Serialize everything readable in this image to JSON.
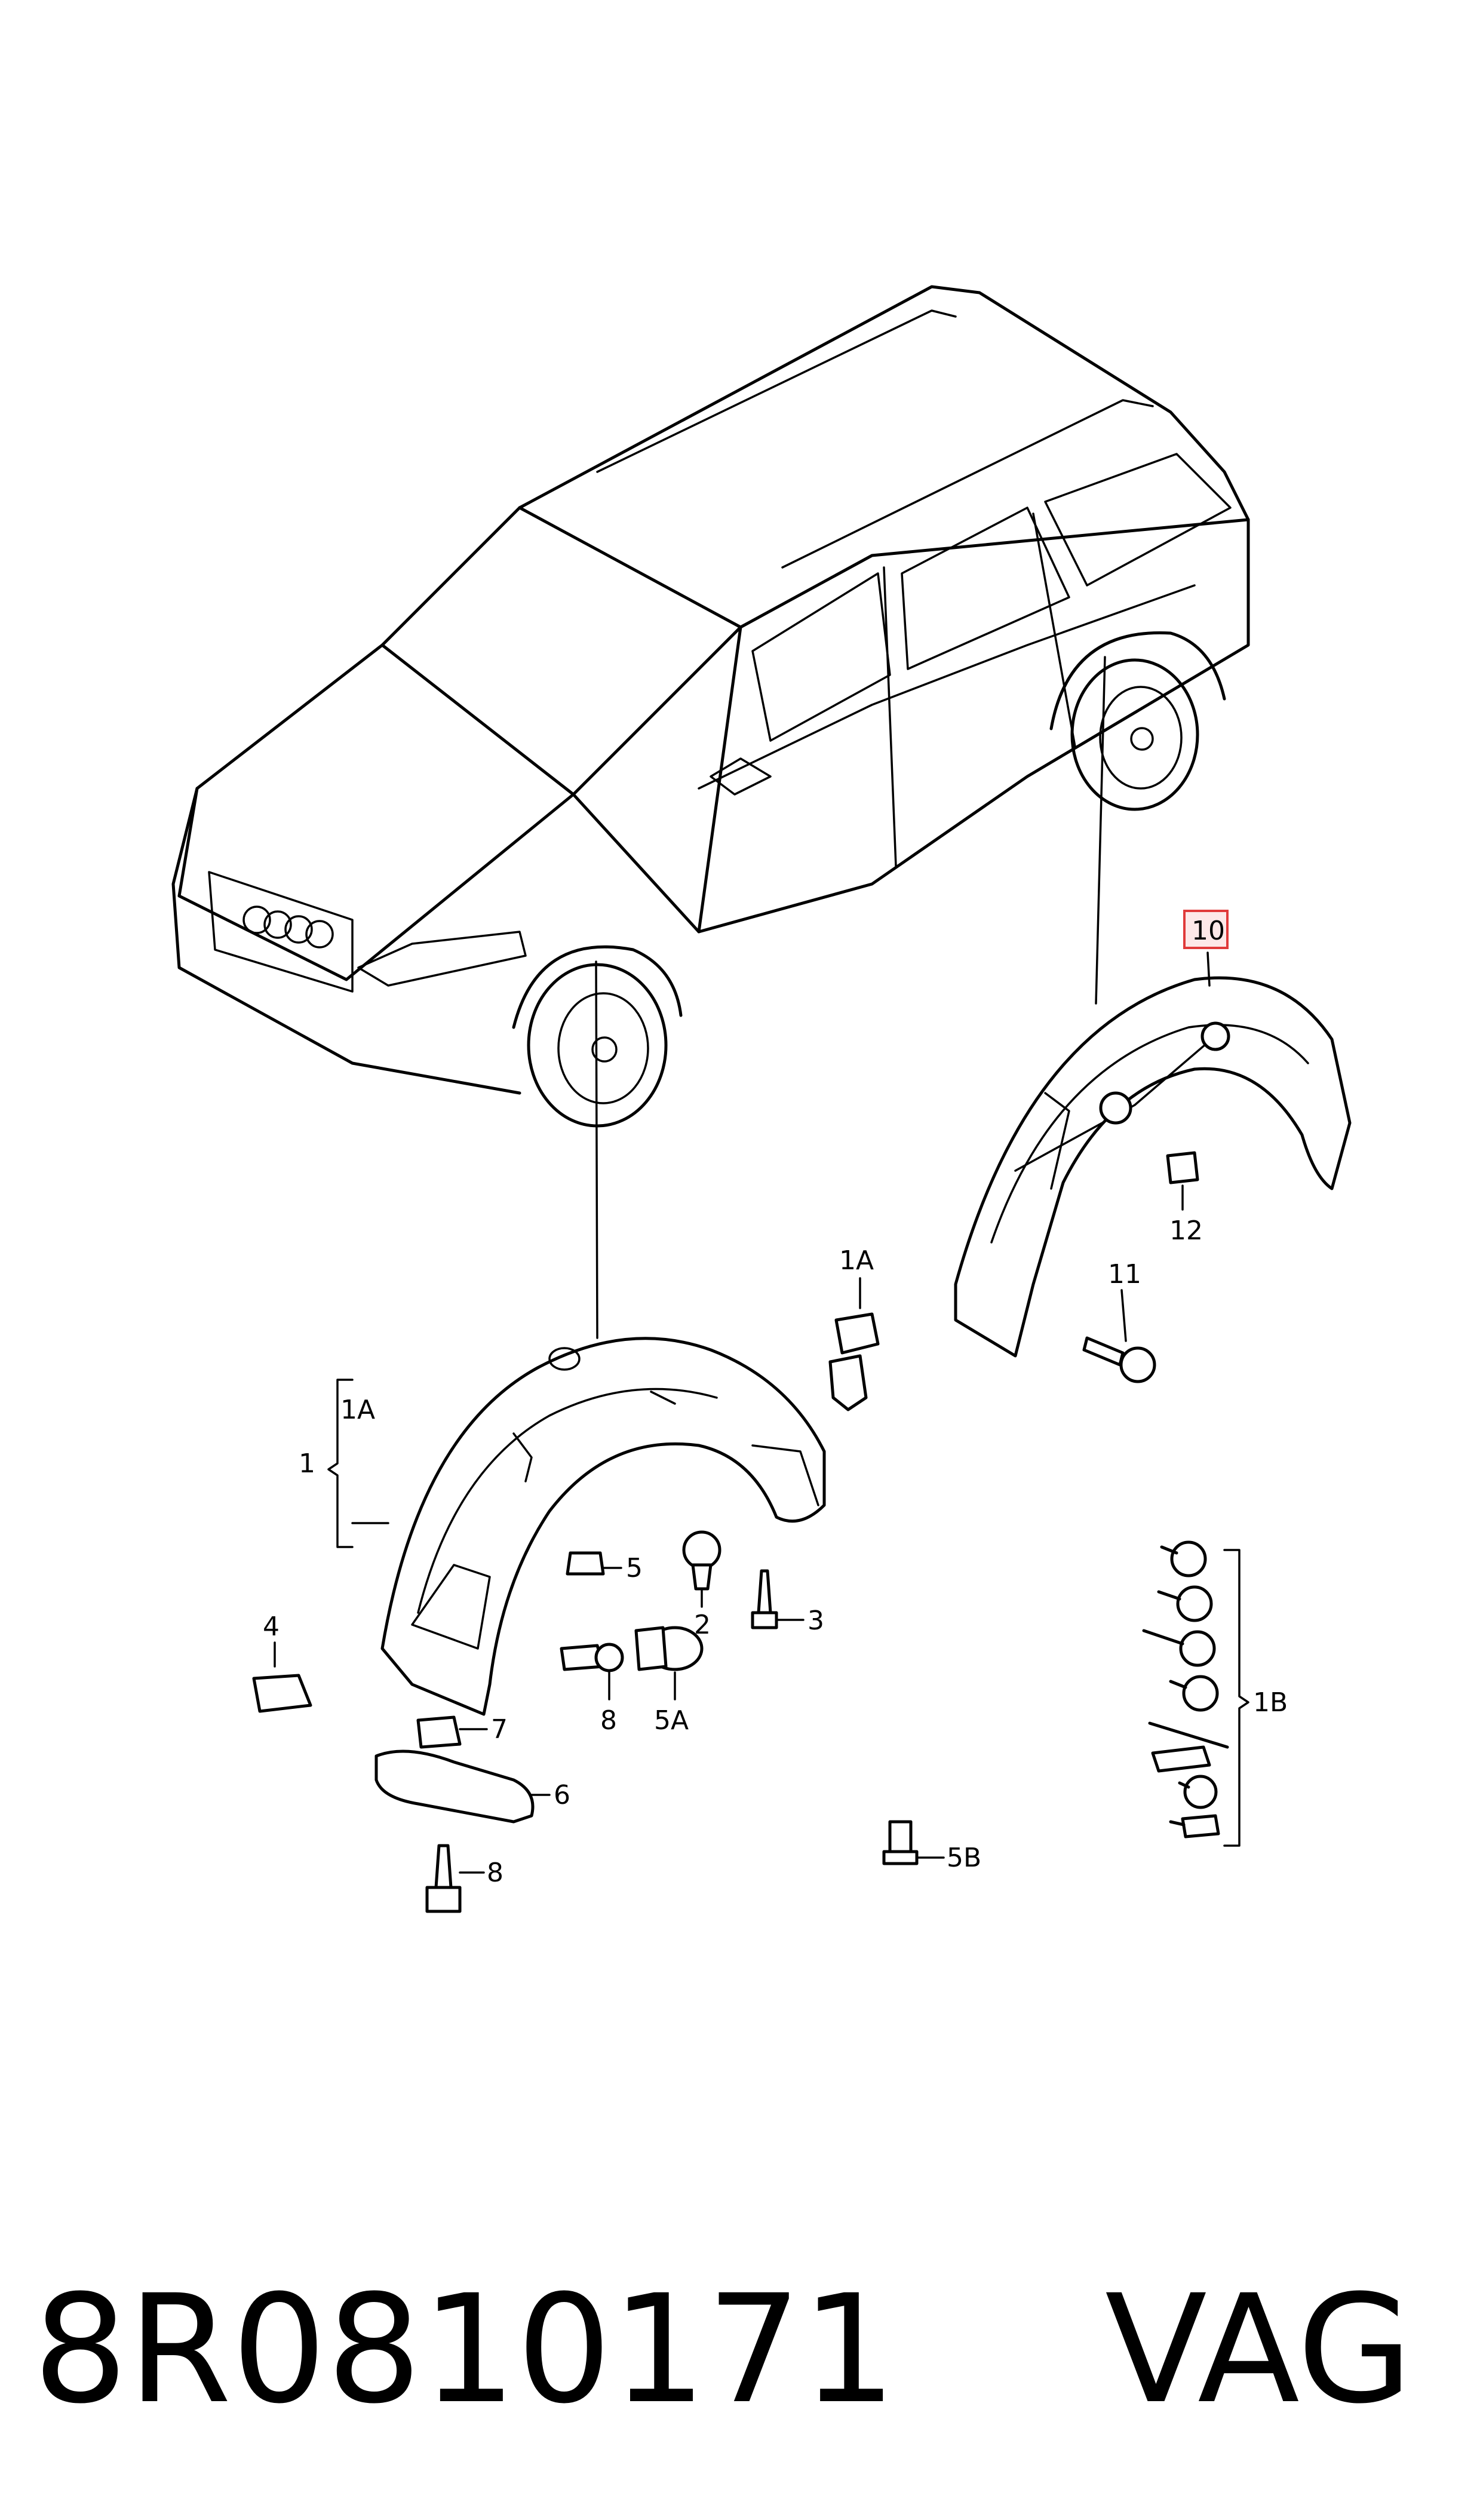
{
  "callouts": {
    "c1": "1",
    "c1A_bracket": "1A",
    "c1A_top": "1A",
    "c1B": "1B",
    "c2": "2",
    "c3": "3",
    "c4": "4",
    "c5": "5",
    "c5A": "5A",
    "c5B": "5B",
    "c6": "6",
    "c7": "7",
    "c8_upper": "8",
    "c8_lower": "8",
    "c10": "10",
    "c11": "11",
    "c12": "12"
  },
  "highlight_color": "#e03a3a",
  "footer": {
    "part_number": "8R0810171",
    "brand": "VAG"
  }
}
